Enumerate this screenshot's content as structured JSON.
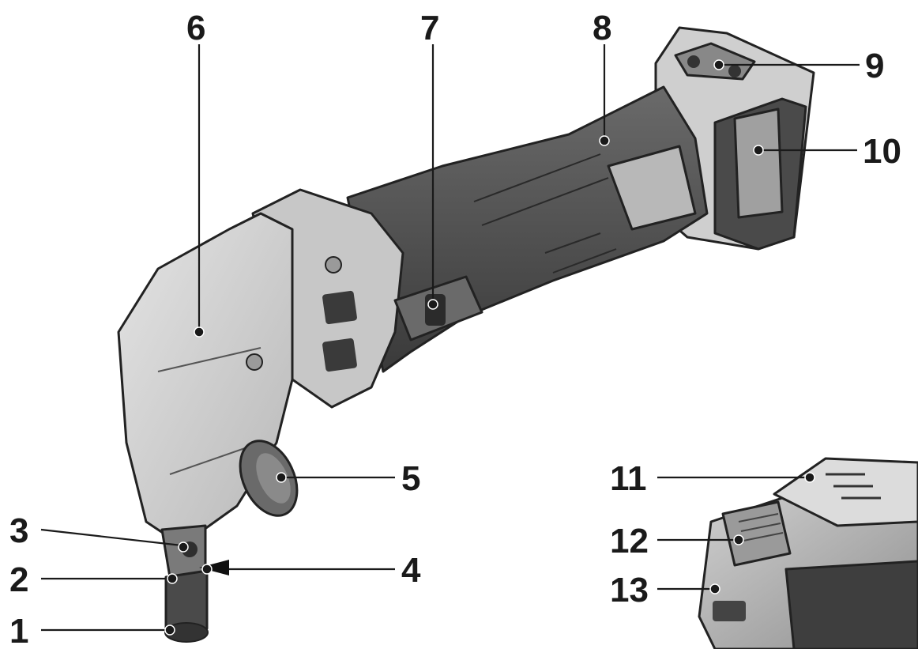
{
  "callouts": [
    {
      "id": "1",
      "label": "1"
    },
    {
      "id": "2",
      "label": "2"
    },
    {
      "id": "3",
      "label": "3"
    },
    {
      "id": "4",
      "label": "4"
    },
    {
      "id": "5",
      "label": "5"
    },
    {
      "id": "6",
      "label": "6"
    },
    {
      "id": "7",
      "label": "7"
    },
    {
      "id": "8",
      "label": "8"
    },
    {
      "id": "9",
      "label": "9"
    },
    {
      "id": "10",
      "label": "10"
    },
    {
      "id": "11",
      "label": "11"
    },
    {
      "id": "12",
      "label": "12"
    },
    {
      "id": "13",
      "label": "13"
    }
  ],
  "colors": {
    "housing_light": "#d6d6d6",
    "housing_mid": "#a9a9a9",
    "grip_dark": "#5a5a5a",
    "grip_darker": "#3e3e3e",
    "outline": "#222222"
  }
}
